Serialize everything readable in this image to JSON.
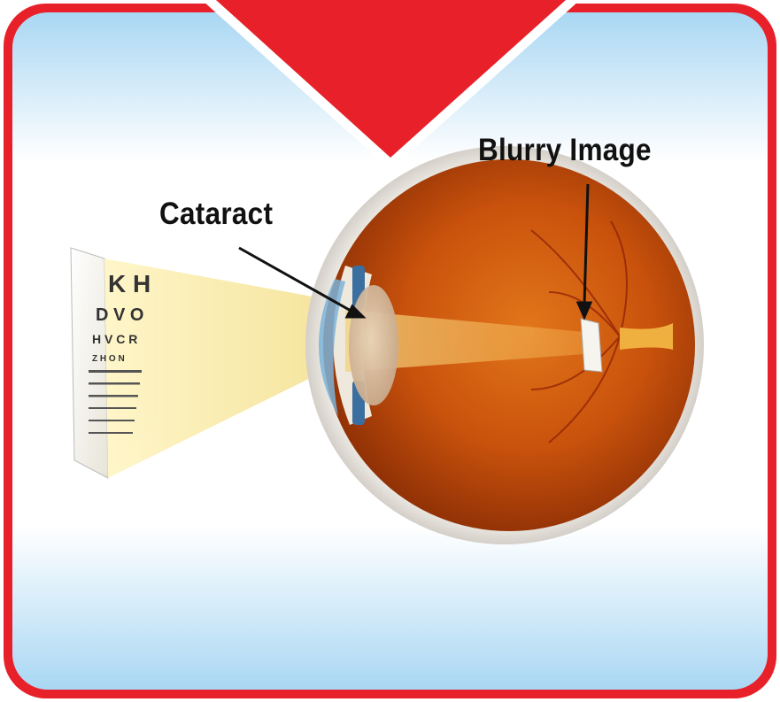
{
  "labels": {
    "cataract": "Cataract",
    "blurry_image": "Blurry Image"
  },
  "eye_chart": {
    "rows": [
      "K H",
      "D V O",
      "H V C R",
      "Z H O N"
    ]
  },
  "colors": {
    "frame_red": "#e8202a",
    "sky_blue": "#a9d7f3",
    "iris_orange": "#d25a0c",
    "light_beam": "#f5e9a0"
  }
}
